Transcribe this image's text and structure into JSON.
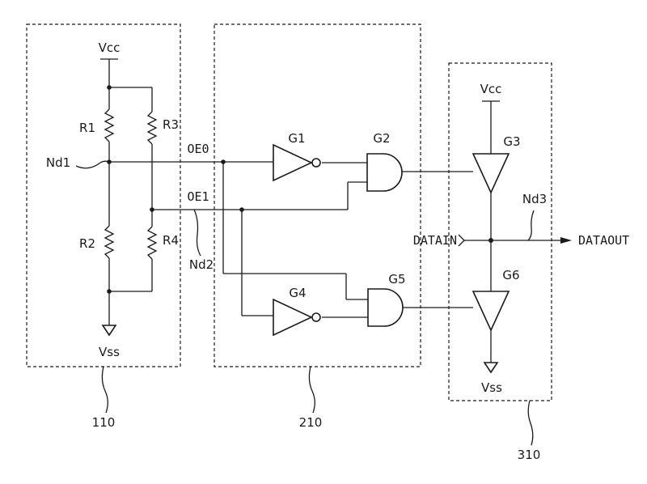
{
  "blocks": [
    {
      "id": "divider",
      "ref": "110"
    },
    {
      "id": "logic",
      "ref": "210"
    },
    {
      "id": "driver",
      "ref": "310"
    }
  ],
  "supplies": {
    "vcc": "Vcc",
    "vss": "Vss"
  },
  "resistors": [
    "R1",
    "R2",
    "R3",
    "R4"
  ],
  "gates": [
    "G1",
    "G2",
    "G3",
    "G4",
    "G5",
    "G6"
  ],
  "nodes": {
    "nd1": "Nd1",
    "nd2": "Nd2",
    "nd3": "Nd3"
  },
  "signals": {
    "oe0": "OE0",
    "oe1": "OE1",
    "data_in": "DATAIN",
    "data_out": "DATAOUT"
  }
}
